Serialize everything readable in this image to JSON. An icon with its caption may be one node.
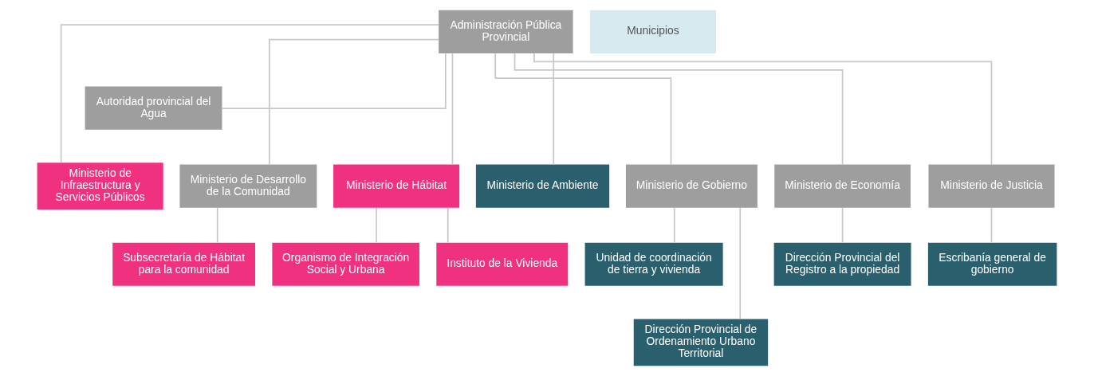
{
  "diagram": {
    "nodes": [
      {
        "text": [
          "Administración Pública Provincial"
        ]
      },
      {
        "text": [
          "Autoridad provincial del Agua"
        ]
      },
      {
        "text": [
          "Municipios"
        ]
      },
      {
        "text": [
          "Ministerio de Infraestructura y Servicios Públicos"
        ]
      },
      {
        "text": [
          "Ministerio de Desarrollo de la Comunidad"
        ]
      },
      {
        "text": [
          "Ministerio de Hábitat"
        ]
      },
      {
        "text": [
          "Ministerio de Ambiente"
        ]
      },
      {
        "text": [
          "Ministerio de Gobierno"
        ]
      },
      {
        "text": [
          "Ministerio de Economía"
        ]
      },
      {
        "text": [
          "Ministerio de Justicia"
        ]
      },
      {
        "text": [
          "Subsecretaría de Hábitat para la comunidad"
        ]
      },
      {
        "text": [
          "Organismo de Integración Social y Urbana"
        ]
      },
      {
        "text": [
          "Instituto de la Vivienda"
        ]
      },
      {
        "text": [
          "Unidad de coordinación de tierra y vivienda"
        ]
      },
      {
        "text": [
          "Dirección Provincial del Registro a la propiedad"
        ]
      },
      {
        "text": [
          "Escribanía general de gobierno"
        ]
      },
      {
        "text": [
          "Dirección Provincial de Ordenamiento Urbano Territorial"
        ]
      }
    ],
    "edges": [
      {
        "from": 0,
        "to": 1,
        "arrow": "none"
      },
      {
        "from": 0,
        "to": 3,
        "arrow": "none"
      },
      {
        "from": 0,
        "to": 4,
        "arrow": "none"
      },
      {
        "from": 0,
        "to": 5,
        "arrow": "none"
      },
      {
        "from": 0,
        "to": 6,
        "arrow": "none"
      },
      {
        "from": 0,
        "to": 7,
        "arrow": "none"
      },
      {
        "from": 0,
        "to": 8,
        "arrow": "none"
      },
      {
        "from": 0,
        "to": 9,
        "arrow": "none"
      },
      {
        "from": 4,
        "to": 10,
        "arrow": "none"
      },
      {
        "from": 5,
        "to": 11,
        "arrow": "none"
      },
      {
        "from": 5,
        "to": 12,
        "arrow": "none"
      },
      {
        "from": 7,
        "to": 16,
        "arrow": "none"
      },
      {
        "from": 7,
        "to": 13,
        "arrow": "none"
      },
      {
        "from": 8,
        "to": 14,
        "arrow": "none"
      },
      {
        "from": 9,
        "to": 15,
        "arrow": "none"
      }
    ]
  }
}
